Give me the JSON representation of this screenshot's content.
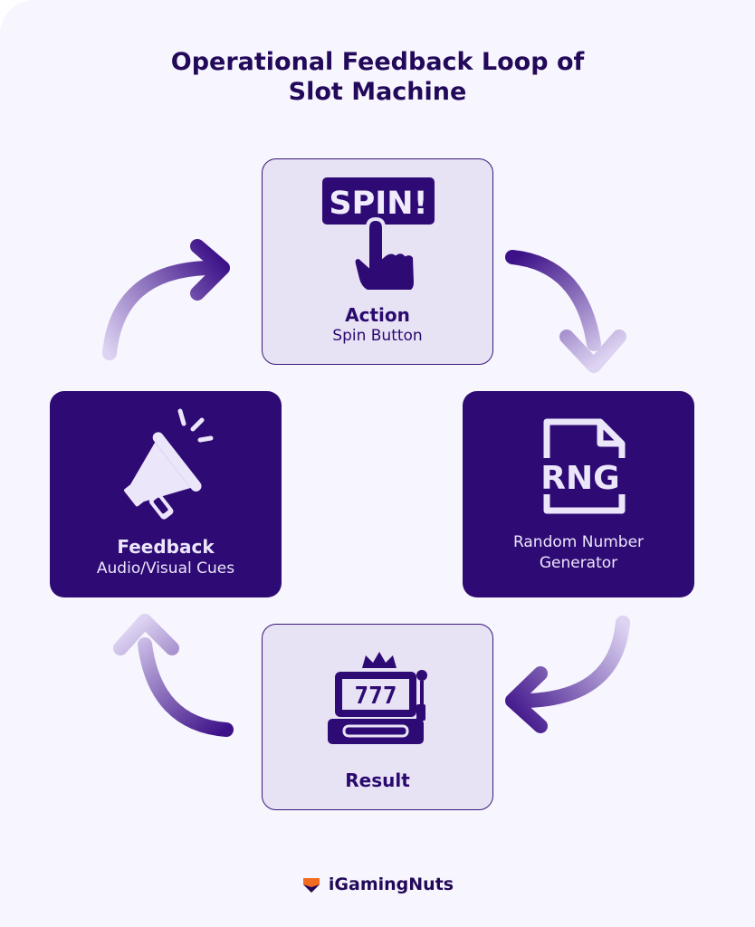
{
  "title": {
    "line1": "Operational Feedback Loop of",
    "line2": "Slot Machine"
  },
  "nodes": {
    "action": {
      "title": "Action",
      "subtitle": "Spin Button",
      "icon": "spin-button-hand-icon",
      "icon_text": "SPIN!"
    },
    "rng": {
      "line1": "Random Number",
      "line2": "Generator",
      "icon": "rng-document-icon",
      "icon_text": "RNG"
    },
    "result": {
      "title": "Result",
      "icon": "slot-machine-icon",
      "icon_text": "777"
    },
    "feedback": {
      "title": "Feedback",
      "subtitle": "Audio/Visual Cues",
      "icon": "megaphone-icon"
    }
  },
  "colors": {
    "background": "#f7f5fd",
    "dark_card": "#2e0a74",
    "light_card": "#e8e2f5",
    "title_text": "#23095a",
    "arrow_start": "#3d1188",
    "arrow_end": "#ddd3f2",
    "brand_orange": "#f26b21"
  },
  "brand": {
    "name": "iGamingNuts",
    "icon": "fox-logo-icon"
  }
}
